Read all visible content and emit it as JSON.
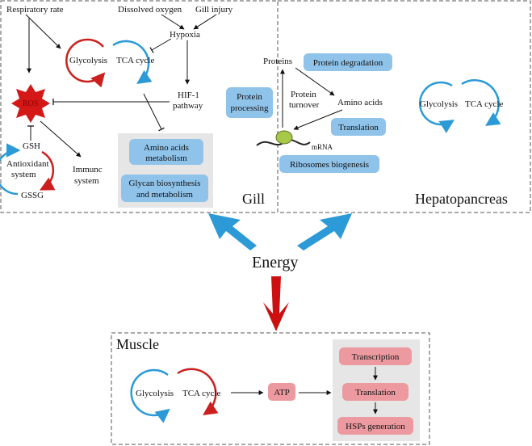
{
  "gill_panel": {
    "title": "Gill",
    "respiratory_rate": "Respiratory rate",
    "dissolved_oxygen": "Dissolved oxygen",
    "gill_injury": "Gill injury",
    "hypoxia": "Hypoxia",
    "glycolysis": "Glycolysis",
    "tca_cycle": "TCA  cycle",
    "ros": "ROS",
    "hif1_line1": "HIF-1",
    "hif1_line2": "pathway",
    "gsh": "GSH",
    "gssg": "GSSG",
    "antioxidant_line1": "Antioxidant",
    "antioxidant_line2": "system",
    "immune_line1": "Immunc",
    "immune_line2": "system",
    "amino_metab_line1": "Amino acids",
    "amino_metab_line2": "metabolism",
    "glycan_line1": "Glycan biosynthesis",
    "glycan_line2": "and metabolism",
    "proteins": "Proteins",
    "protein_degradation": "Protein degradation",
    "protein_processing_line1": "Protein",
    "protein_processing_line2": "processing",
    "protein_turnover_line1": "Protein",
    "protein_turnover_line2": "turnover",
    "amino_acids": "Amino acids",
    "translation": "Translation",
    "mrna": "mRNA",
    "ribosomes": "Ribosomes biogenesis"
  },
  "hepato_panel": {
    "title": "Hepatopancreas",
    "glycolysis": "Glycolysis",
    "tca_cycle": "TCA  cycle"
  },
  "energy": "Energy",
  "muscle_panel": {
    "title": "Muscle",
    "glycolysis": "Glycolysis",
    "tca_cycle": "TCA  cycle",
    "atp": "ATP",
    "transcription": "Transcription",
    "translation": "Translation",
    "hsps": "HSPs generation"
  },
  "colors": {
    "blue_cycle": "#2b9ad6",
    "red_cycle": "#cc1f1f",
    "box_blue": "#8fc3ea",
    "box_pink": "#ec9aa0",
    "panel_grey": "#e6e6e6",
    "energy_red": "#cc1010"
  }
}
